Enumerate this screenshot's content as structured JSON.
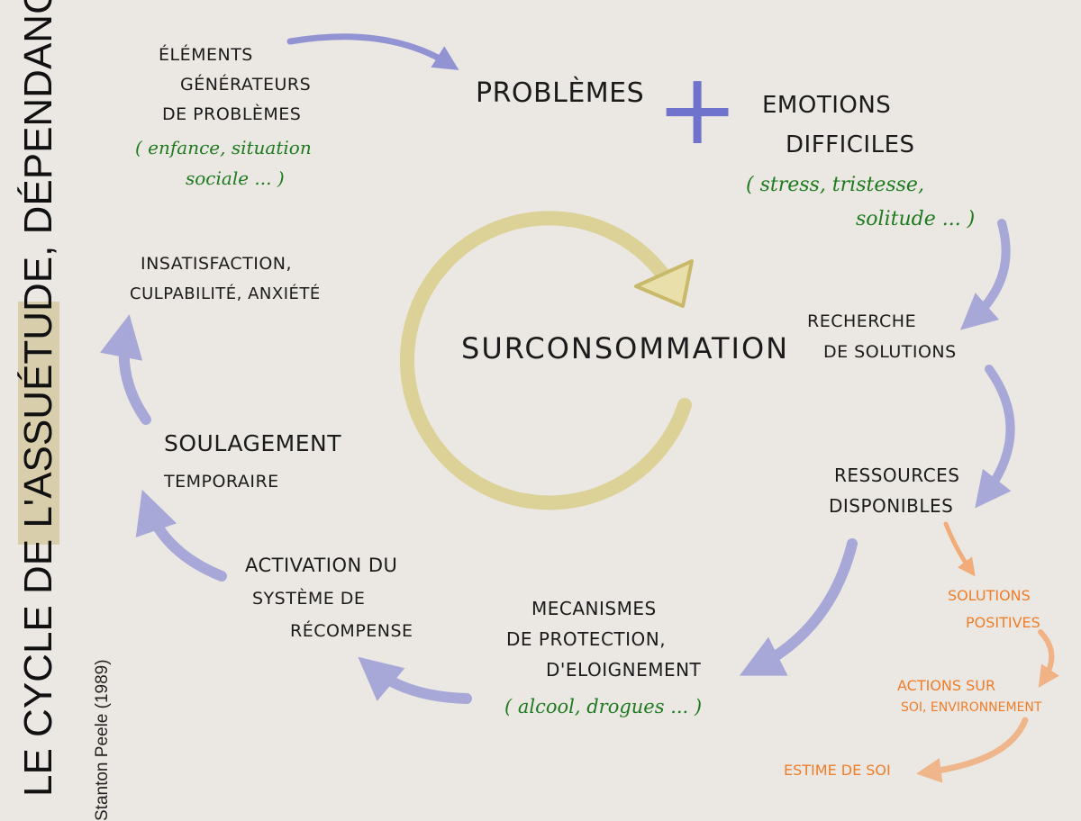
{
  "title": {
    "main": "LE CYCLE DE L'ASSUÉTUDE, DÉPENDANCE",
    "author": "Stanton Peele (1989)"
  },
  "center": {
    "label": "SURCONSOMMATION"
  },
  "nodes": {
    "elements": {
      "line1": "Éléments",
      "line2": "générateurs",
      "line3": "de problèmes",
      "note1": "( enfance, situation",
      "note2": "sociale ... )"
    },
    "problemes": {
      "line1": "Problèmes"
    },
    "plus": {
      "symbol": "+"
    },
    "emotions": {
      "line1": "Emotions",
      "line2": "difficiles",
      "note1": "( stress, tristesse,",
      "note2": "solitude ... )"
    },
    "recherche": {
      "line1": "Recherche",
      "line2": "de solutions"
    },
    "ressources": {
      "line1": "Ressources",
      "line2": "disponibles"
    },
    "mecanismes": {
      "line1": "Mecanismes",
      "line2": "de protection,",
      "line3": "d'eloignement",
      "note1": "( alcool, drogues ... )"
    },
    "activation": {
      "line1": "Activation du",
      "line2": "système de",
      "line3": "récompense"
    },
    "soulagement": {
      "line1": "Soulagement",
      "line2": "temporaire"
    },
    "insatisfaction": {
      "line1": "Insatisfaction,",
      "line2": "culpabilité, anxiété"
    },
    "solutions": {
      "line1": "Solutions",
      "line2": "positives"
    },
    "actions": {
      "line1": "Actions sur",
      "line2": "soi, environnement"
    },
    "estime": {
      "line1": "Estime de soi"
    }
  },
  "colors": {
    "background": "#ebe8e3",
    "blue_arrow": "#7b7fd0",
    "yellow_arrow": "#d9cc8a",
    "orange": "#ef7d2a",
    "green_note": "#1e7a1e",
    "title_band": "#d8ceac"
  }
}
